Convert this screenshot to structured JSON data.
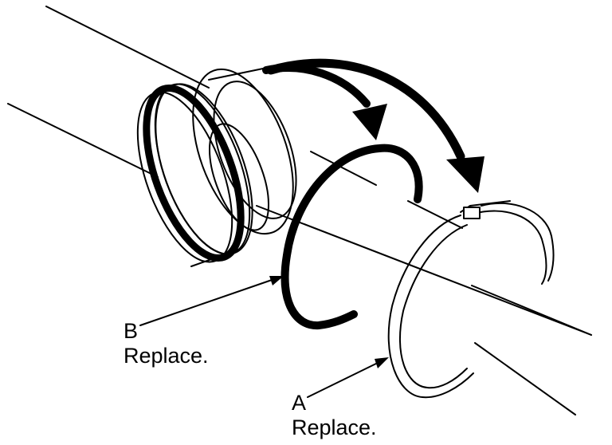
{
  "colors": {
    "ink": "#000000",
    "paper": "#ffffff"
  },
  "callouts": {
    "b": {
      "id": "B",
      "note": "Replace."
    },
    "a": {
      "id": "A",
      "note": "Replace."
    }
  }
}
